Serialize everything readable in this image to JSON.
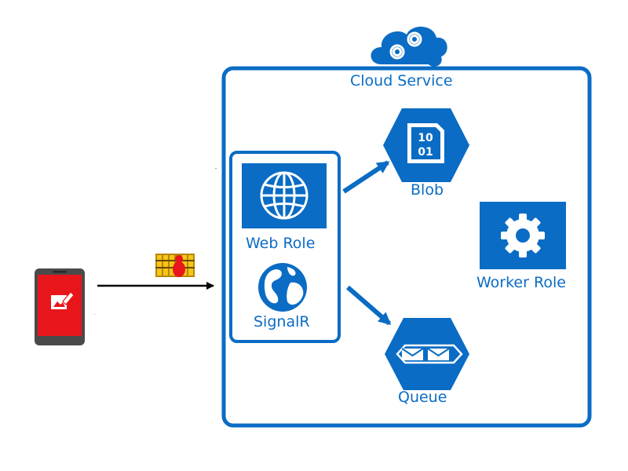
{
  "cloud_service": {
    "label": "Cloud Service"
  },
  "web_role": {
    "label": "Web Role",
    "icon": "globe-icon"
  },
  "signalr": {
    "label": "SignalR",
    "icon": "globe-earth-icon"
  },
  "blob": {
    "label": "Blob",
    "icon": "binary-document-icon",
    "glyph_text": [
      "10",
      "01"
    ]
  },
  "queue": {
    "label": "Queue",
    "icon": "envelopes-icon"
  },
  "worker_role": {
    "label": "Worker Role",
    "icon": "gear-icon"
  },
  "client": {
    "icon": "mobile-phone-icon"
  },
  "payload": {
    "icon": "image-thumbnail-icon"
  },
  "colors": {
    "azure_blue": "#0a6cc4",
    "accent_red": "#e8161b",
    "phone_gray": "#4a4a4a"
  }
}
